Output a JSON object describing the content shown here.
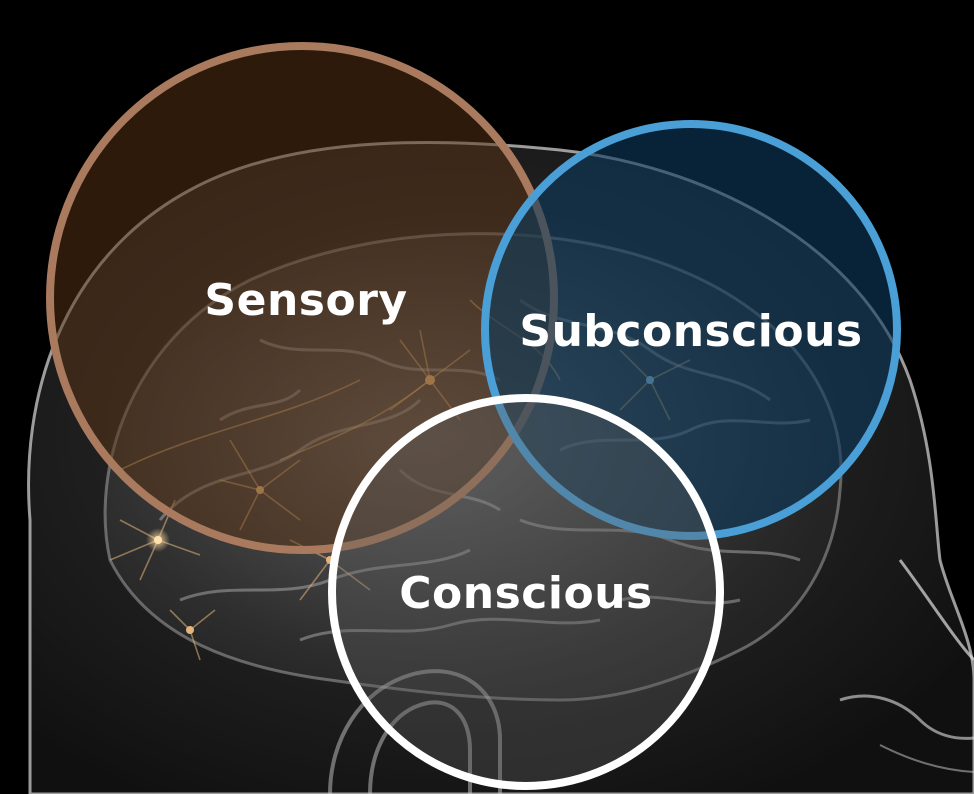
{
  "circles": [
    {
      "id": "sensory",
      "label": "Sensory",
      "stroke": "#a97a5d",
      "fill": "#5a3416"
    },
    {
      "id": "subconscious",
      "label": "Subconscious",
      "stroke": "#4a9fd6",
      "fill": "#0d3a5c"
    },
    {
      "id": "conscious",
      "label": "Conscious",
      "stroke": "#ffffff",
      "fill": "#5c5c5c"
    }
  ],
  "colors": {
    "background": "#000000",
    "head": "#c9c9c9",
    "neurons": "#e4b57a"
  }
}
